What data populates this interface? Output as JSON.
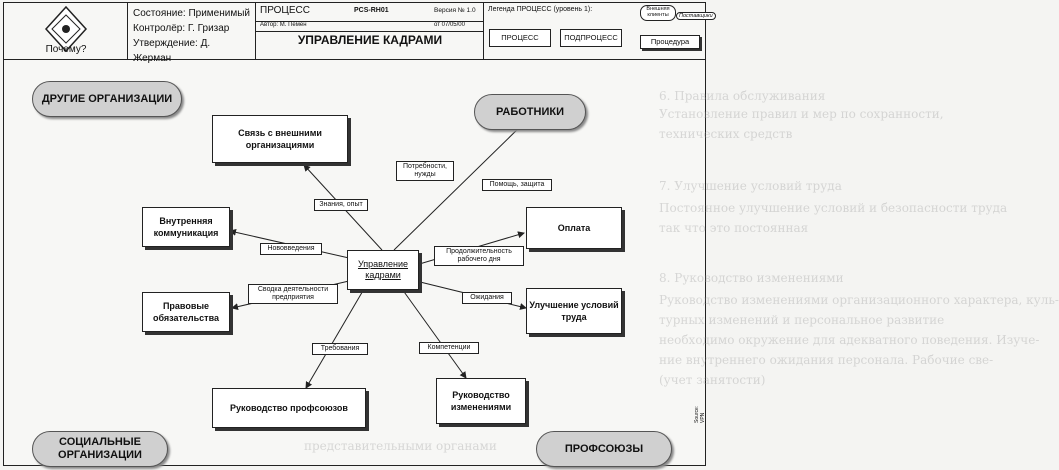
{
  "header": {
    "logo_caption": "Почему?",
    "state": "Состояние: Применимый",
    "controller": "Контролёр: Г. Гризар",
    "approval": "Утверждение: Д. Жерман",
    "process_label": "ПРОЦЕСС",
    "code": "PCS-RH01",
    "version": "Версия № 1.0",
    "author": "Автор: М. Пемен",
    "date": "от 07/05/00",
    "process_title": "УПРАВЛЕНИЕ КАДРАМИ",
    "legend_label": "Легенда ПРОЦЕСС (уровень 1):",
    "legend_client": "Внешняя клиенты",
    "legend_supplier": "Поставщики",
    "btn_process": "ПРОЦЕСС",
    "btn_subprocess": "ПОДПРОЦЕСС",
    "btn_procedure": "Процедура"
  },
  "diagram": {
    "center": "Управление кадрами",
    "pills": {
      "other_orgs": "ДРУГИЕ ОРГАНИЗАЦИИ",
      "workers": "РАБОТНИКИ",
      "social_orgs": "СОЦИАЛЬНЫЕ ОРГАНИЗАЦИИ",
      "unions": "ПРОФСОЮЗЫ"
    },
    "boxes": {
      "external": "Связь с внешними организациями",
      "internal": "Внутренняя коммуникация",
      "legal": "Правовые обязательства",
      "union_mgmt": "Руководство профсоюзов",
      "change_mgmt": "Руководство изменениями",
      "pay": "Оплата",
      "conditions": "Улучшение условий труда"
    },
    "tags": {
      "needs": "Потребности, нужды",
      "help": "Помощь, защита",
      "knowledge": "Знания, опыт",
      "innovation": "Нововведения",
      "workday": "Продолжительность рабочего дня",
      "summary": "Сводка деятельности предприятия",
      "expectations": "Ожидания",
      "requirements": "Требования",
      "competence": "Компетенции"
    }
  },
  "background_text": {
    "line1": "6. Правила обслуживания",
    "line2": "Установление правил и мер по сохранности,",
    "line3": "технических средств",
    "line4": "7. Улучшение условий труда",
    "line5": "Постоянное улучшение условий и безопасности труда",
    "line6": "так что это постоянная",
    "line7": "8. Руководство изменениями",
    "line8": "Руководство изменениями организационного характера, куль-",
    "line9": "турных изменений и персональное развитие",
    "line10": "необходимо окружение для адекватного поведения. Изуче-",
    "line11": "ние внутреннего ожидания персонала. Рабочие све-",
    "line12": "(учет занятости)",
    "line13": "представительными органами",
    "side_code": "Source: VPN"
  }
}
